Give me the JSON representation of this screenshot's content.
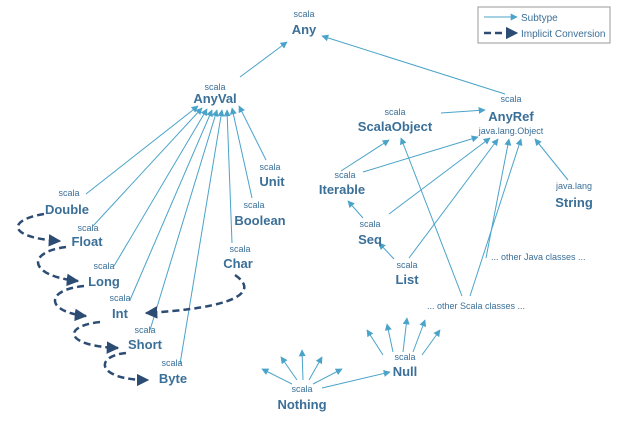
{
  "legend": {
    "subtype": "Subtype",
    "implicit": "Implicit Conversion"
  },
  "nodes": {
    "any": {
      "pkg": "scala",
      "name": "Any"
    },
    "anyval": {
      "pkg": "scala",
      "name": "AnyVal"
    },
    "anyref": {
      "pkg": "scala",
      "name": "AnyRef",
      "sub": "java.lang.Object"
    },
    "scalaobject": {
      "pkg": "scala",
      "name": "ScalaObject"
    },
    "iterable": {
      "pkg": "scala",
      "name": "Iterable"
    },
    "seq": {
      "pkg": "scala",
      "name": "Seq"
    },
    "list": {
      "pkg": "scala",
      "name": "List"
    },
    "string": {
      "pkg": "java.lang",
      "name": "String"
    },
    "unit": {
      "pkg": "scala",
      "name": "Unit"
    },
    "boolean": {
      "pkg": "scala",
      "name": "Boolean"
    },
    "char": {
      "pkg": "scala",
      "name": "Char"
    },
    "double": {
      "pkg": "scala",
      "name": "Double"
    },
    "float": {
      "pkg": "scala",
      "name": "Float"
    },
    "long": {
      "pkg": "scala",
      "name": "Long"
    },
    "int": {
      "pkg": "scala",
      "name": "Int"
    },
    "short": {
      "pkg": "scala",
      "name": "Short"
    },
    "byte": {
      "pkg": "scala",
      "name": "Byte"
    },
    "null": {
      "pkg": "scala",
      "name": "Null"
    },
    "nothing": {
      "pkg": "scala",
      "name": "Nothing"
    }
  },
  "notes": {
    "other_java": "... other Java classes ...",
    "other_scala": "... other Scala classes ..."
  },
  "colors": {
    "text": "#3a6f98",
    "subtype_arrow": "#4aa3c9",
    "implicit_arrow": "#2d4c74"
  }
}
